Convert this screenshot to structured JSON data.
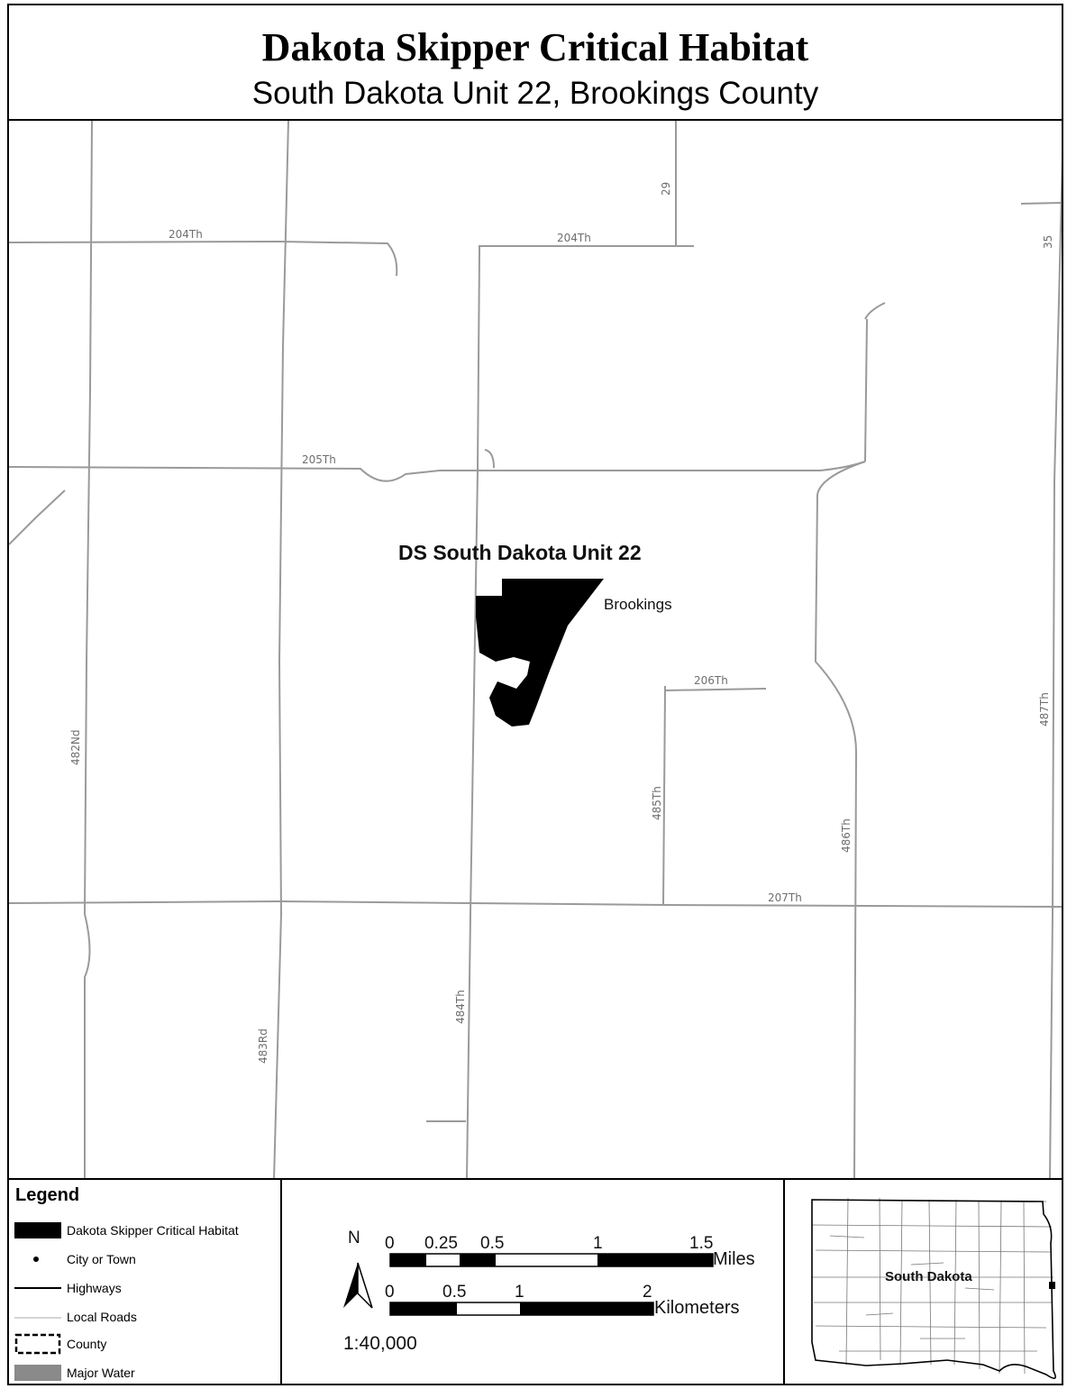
{
  "title": "Dakota Skipper Critical Habitat",
  "subtitle": "South Dakota Unit 22, Brookings County",
  "map": {
    "unit_label": "DS South Dakota Unit 22",
    "city_label": "Brookings",
    "road_labels": {
      "r204_west": "204Th",
      "r204_east": "204Th",
      "r29": "29",
      "r35": "35",
      "r205": "205Th",
      "r206": "206Th",
      "r207": "207Th",
      "r482": "482Nd",
      "r483": "483Rd",
      "r484": "484Th",
      "r485": "485Th",
      "r486": "486Th",
      "r487": "487Th"
    },
    "colors": {
      "habitat": "#000000",
      "roads": "#9a9a9a",
      "major_water": "#8a8a8a"
    }
  },
  "legend": {
    "title": "Legend",
    "items": [
      {
        "label": "Dakota Skipper Critical Habitat",
        "symbol": "filled-black-box"
      },
      {
        "label": "City or Town",
        "symbol": "dot-icon"
      },
      {
        "label": "Highways",
        "symbol": "solid-line"
      },
      {
        "label": "Local Roads",
        "symbol": "thin-gray-line"
      },
      {
        "label": "County",
        "symbol": "dashed-box"
      },
      {
        "label": "Major Water",
        "symbol": "gray-box"
      }
    ]
  },
  "scale": {
    "north": "N",
    "miles_ticks": [
      "0",
      "0.25",
      "0.5",
      "1",
      "1.5"
    ],
    "miles_unit": "Miles",
    "km_ticks": [
      "0",
      "0.5",
      "1",
      "2"
    ],
    "km_unit": "Kilometers",
    "ratio": "1:40,000"
  },
  "inset": {
    "label": "South Dakota"
  }
}
